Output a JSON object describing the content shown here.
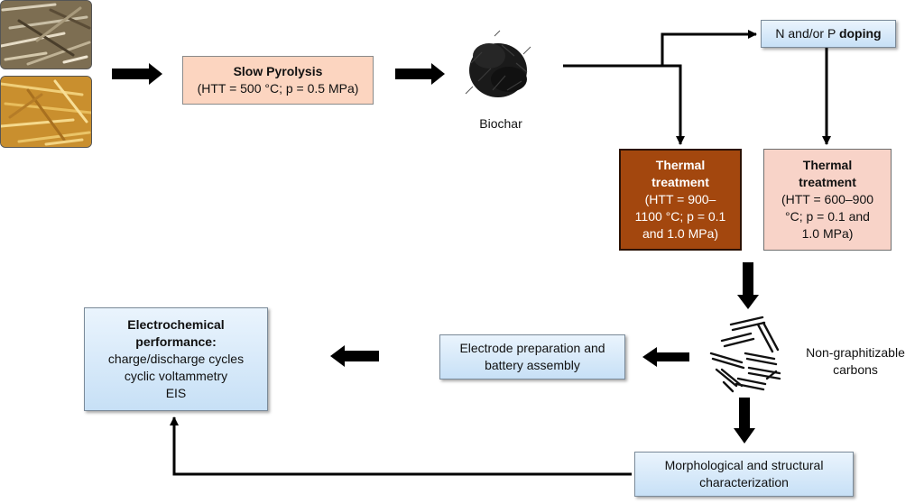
{
  "pyrolysis": {
    "title": "Slow Pyrolysis",
    "params": "(HTT = 500 °C; p = 0.5 MPa)"
  },
  "biochar": {
    "label": "Biochar"
  },
  "doping": {
    "prefix": "N and/or P ",
    "bold": "doping"
  },
  "thermal_a": {
    "title_1": "Thermal",
    "title_2": "treatment",
    "line_1": "(HTT = 900–",
    "line_2": "1100 °C; p = 0.1",
    "line_3": "and 1.0 MPa)"
  },
  "thermal_b": {
    "title_1": "Thermal",
    "title_2": "treatment",
    "line_1": "(HTT = 600–900",
    "line_2": "°C; p = 0.1 and",
    "line_3": "1.0 MPa)"
  },
  "carbons": {
    "line_1": "Non-graphitizable",
    "line_2": "carbons"
  },
  "electrode": {
    "line_1": "Electrode preparation and",
    "line_2": "battery assembly"
  },
  "electrochem": {
    "title_1": "Electrochemical",
    "title_2": "performance:",
    "line_1": "charge/discharge cycles",
    "line_2": "cyclic voltammetry",
    "line_3": "EIS"
  },
  "morph": {
    "line_1": "Morphological and structural",
    "line_2": "characterization"
  }
}
